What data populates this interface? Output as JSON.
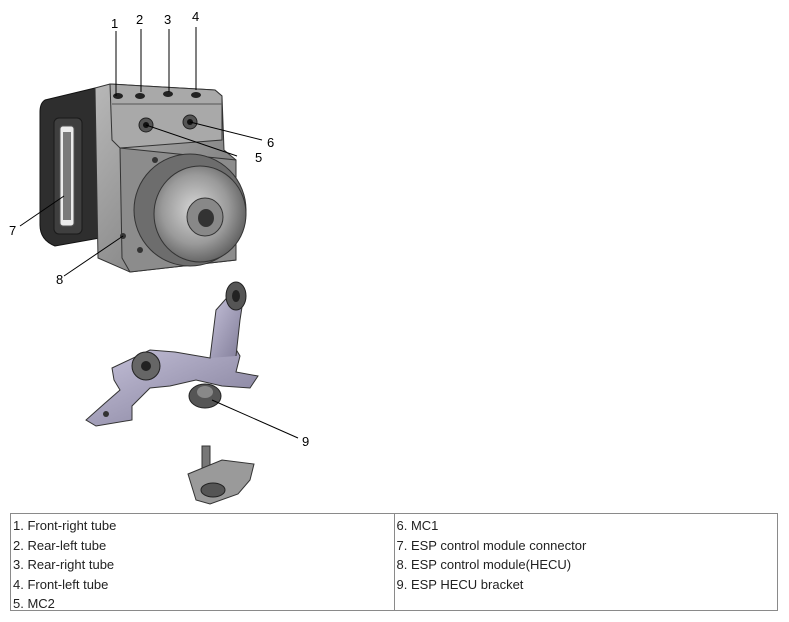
{
  "figure": {
    "callouts": [
      "1",
      "2",
      "3",
      "4",
      "5",
      "6",
      "7",
      "8",
      "9"
    ]
  },
  "legend": {
    "left": [
      "1. Front-right tube",
      "2. Rear-left tube",
      "3. Rear-right tube",
      "4. Front-left tube",
      "5. MC2"
    ],
    "right": [
      "6. MC1",
      "7. ESP control module connector",
      "8. ESP control module(HECU)",
      "9. ESP HECU bracket"
    ]
  }
}
